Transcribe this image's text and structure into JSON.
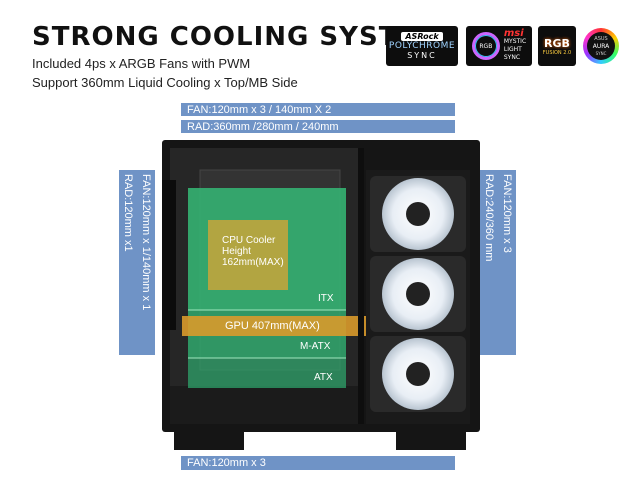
{
  "header": {
    "title": "STRONG COOLING SYSTEM",
    "line1": "Included 4ps x ARGB Fans with PWM",
    "line2": "Support 360mm Liquid Cooling x Top/MB Side"
  },
  "badges": {
    "asrock": {
      "brand": "ASRock",
      "line1": "POLYCHROME",
      "line2": "SYNC"
    },
    "msi": {
      "small": "RGB",
      "brand": "msi",
      "line1": "MYSTIC",
      "line2": "LIGHT",
      "line3": "SYNC"
    },
    "gigabyte": {
      "line1": "RGB",
      "line2": "FUSION 2.0"
    },
    "asus": {
      "brand": "ASUS",
      "line1": "AURA",
      "line2": "SYNC"
    }
  },
  "top_bars": {
    "fan": "FAN:120mm x 3 / 140mm X 2",
    "rad": "RAD:360mm /280mm / 240mm"
  },
  "left_bars": {
    "rad": "RAD:120mm x1",
    "fan": "FAN:120mm x 1/140mm x 1"
  },
  "right_bars": {
    "rad": "RAD:240/360 mm",
    "fan": "FAN:120mm x 3"
  },
  "bottom_bar": "FAN:120mm x 3",
  "case_labels": {
    "cpu_line1": "CPU Cooler",
    "cpu_line2": "Height",
    "cpu_line3": "162mm(MAX)",
    "itx": "ITX",
    "gpu": "GPU 407mm(MAX)",
    "matx": "M-ATX",
    "atx": "ATX"
  },
  "colors": {
    "bar": "#6f93c6",
    "motherboard_zone": "#2fa36b",
    "cpu_zone": "#c9a43a",
    "gpu_arrow": "#d99a2b",
    "case": "#111111"
  },
  "fans_count": 3
}
